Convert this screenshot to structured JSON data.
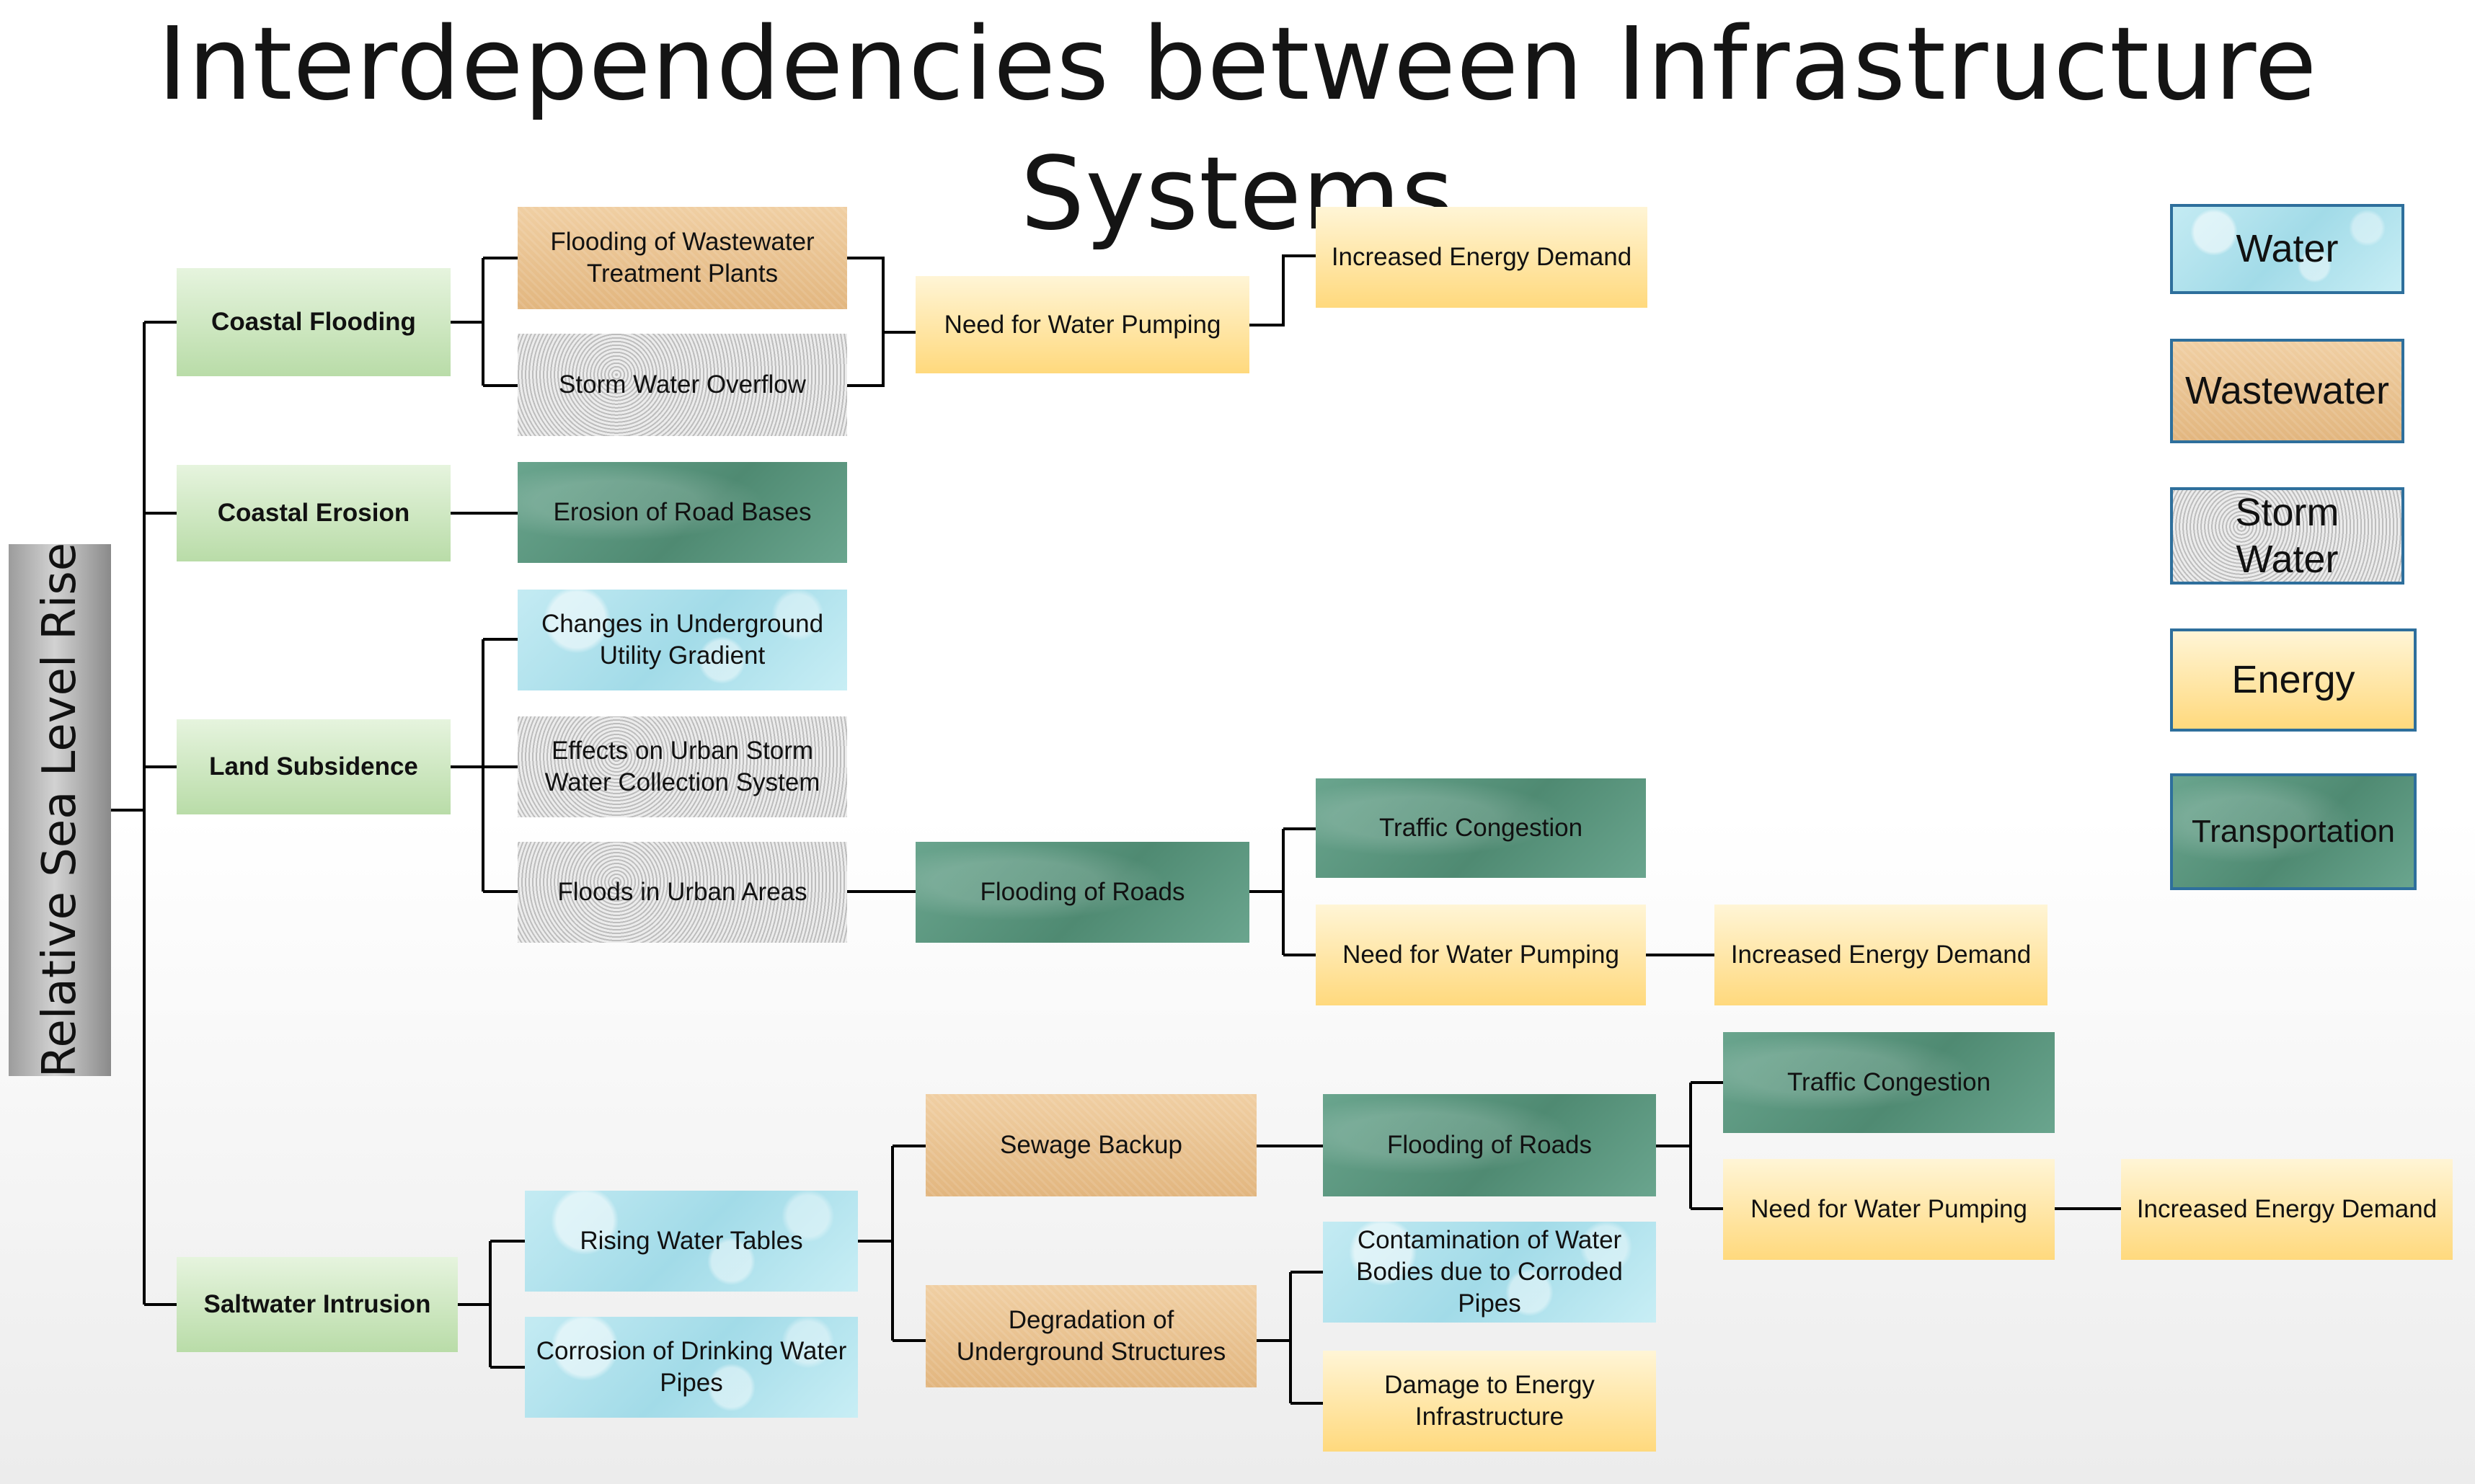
{
  "title": "Interdependencies between Infrastructure Systems",
  "root_label": "Relative Sea Level Rise",
  "legend": {
    "water": "Water",
    "wastewater": "Wastewater",
    "storm_water": "Storm\nWater",
    "energy": "Energy",
    "transportation": "Transportation"
  },
  "causes": {
    "coastal_flooding": "Coastal Flooding",
    "coastal_erosion": "Coastal Erosion",
    "land_subsidence": "Land Subsidence",
    "saltwater_intrusion": "Saltwater Intrusion"
  },
  "nodes": {
    "flooding_wastewater_plants": "Flooding of Wastewater Treatment Plants",
    "storm_water_overflow": "Storm Water Overflow",
    "need_pumping_1": "Need for Water Pumping",
    "increased_energy_1": "Increased Energy Demand",
    "erosion_road_bases": "Erosion of Road Bases",
    "changes_utility_gradient": "Changes in Underground Utility Gradient",
    "effects_storm_collection": "Effects on Urban Storm Water Collection System",
    "floods_urban_areas": "Floods in Urban Areas",
    "flooding_roads_1": "Flooding of Roads",
    "traffic_congestion_1": "Traffic Congestion",
    "need_pumping_2": "Need for Water Pumping",
    "increased_energy_2": "Increased Energy Demand",
    "rising_water_tables": "Rising Water Tables",
    "corrosion_pipes": "Corrosion of Drinking Water Pipes",
    "sewage_backup": "Sewage Backup",
    "degradation_structures": "Degradation of Underground Structures",
    "flooding_roads_2": "Flooding of Roads",
    "traffic_congestion_2": "Traffic Congestion",
    "need_pumping_3": "Need for Water Pumping",
    "increased_energy_3": "Increased Energy Demand",
    "contamination_water_bodies": "Contamination of Water Bodies due to Corroded Pipes",
    "damage_energy_infra": "Damage to Energy Infrastructure"
  },
  "colors": {
    "water": "#a8dde9",
    "wastewater": "#e8c08d",
    "storm_water": "#d3d3d3",
    "energy": "#ffe08a",
    "transportation": "#5f9a82",
    "cause": "#c8e6b8",
    "legend_border": "#2e6f9c"
  }
}
